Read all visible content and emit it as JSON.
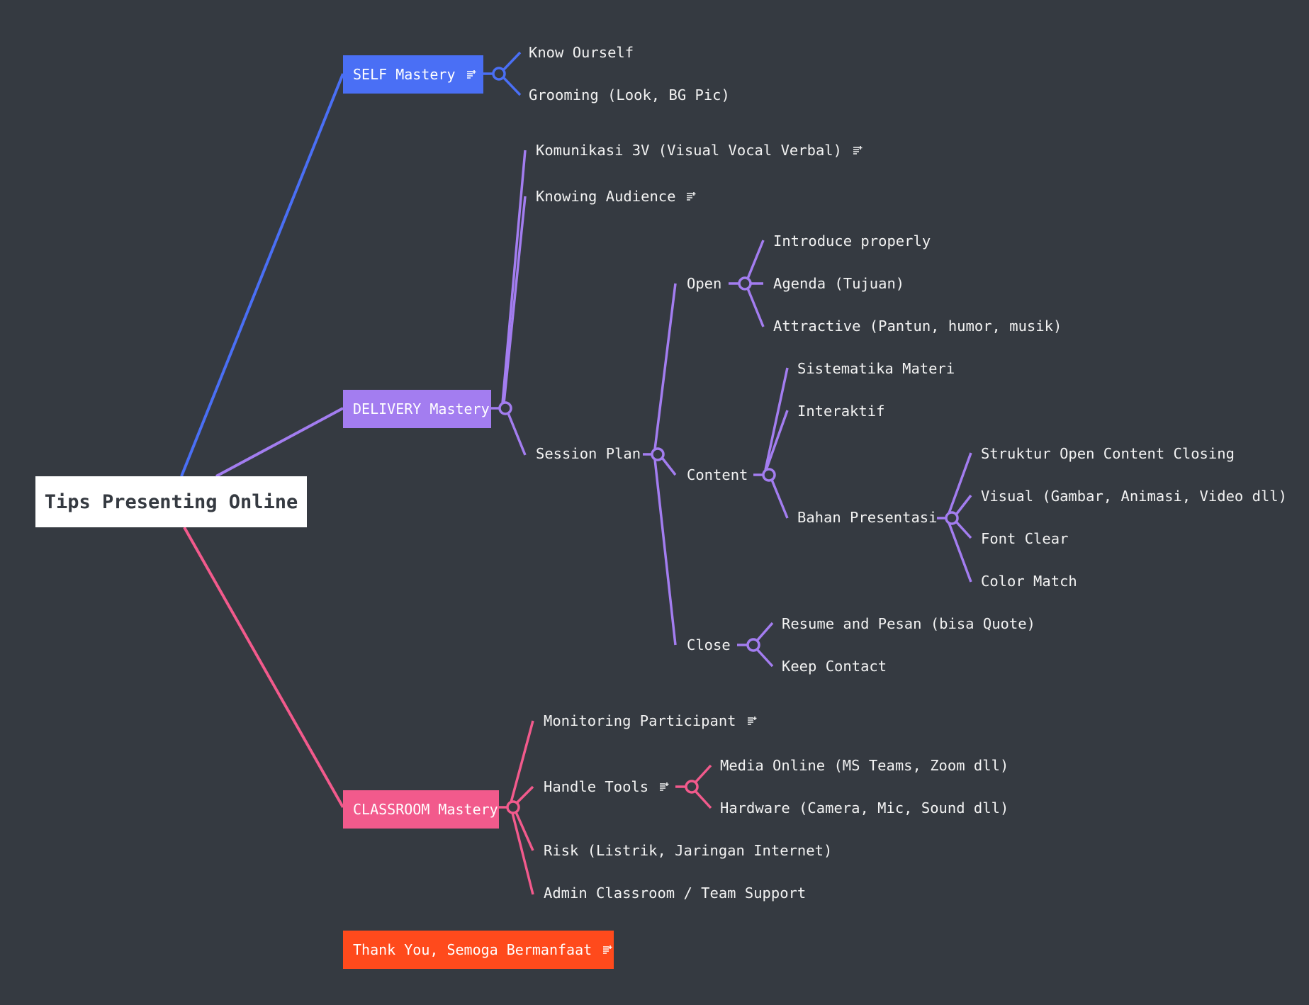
{
  "root": {
    "label": "Tips Presenting Online"
  },
  "colors": {
    "background": "#353a41",
    "self": "#4a6ff5",
    "delivery": "#a37df0",
    "classroom": "#f25a8c",
    "closing": "#ff4a1c"
  },
  "branches": {
    "self": {
      "label": "SELF Mastery",
      "has_note": true,
      "children": [
        "Know Ourself",
        "Grooming (Look, BG Pic)"
      ]
    },
    "delivery": {
      "label": "DELIVERY Mastery",
      "children": {
        "komunikasi": "Komunikasi 3V (Visual Vocal Verbal)",
        "knowing": "Knowing Audience",
        "session_plan": {
          "label": "Session Plan",
          "open": {
            "label": "Open",
            "children": [
              "Introduce properly",
              "Agenda (Tujuan)",
              "Attractive (Pantun, humor, musik)"
            ]
          },
          "content": {
            "label": "Content",
            "sistematika": "Sistematika Materi",
            "interaktif": "Interaktif",
            "bahan": {
              "label": "Bahan Presentasi",
              "children": [
                "Struktur Open Content Closing",
                "Visual (Gambar, Animasi, Video dll)",
                "Font Clear",
                "Color Match"
              ]
            }
          },
          "close": {
            "label": "Close",
            "children": [
              "Resume and Pesan (bisa Quote)",
              "Keep Contact"
            ]
          }
        }
      }
    },
    "classroom": {
      "label": "CLASSROOM Mastery",
      "children": {
        "monitoring": "Monitoring Participant",
        "handle_tools": {
          "label": "Handle Tools",
          "children": [
            "Media Online (MS Teams, Zoom dll)",
            "Hardware (Camera, Mic, Sound dll)"
          ]
        },
        "risk": "Risk (Listrik, Jaringan Internet)",
        "admin": "Admin Classroom / Team Support"
      }
    },
    "closing": {
      "label": "Thank You, Semoga Bermanfaat",
      "has_note": true
    }
  }
}
